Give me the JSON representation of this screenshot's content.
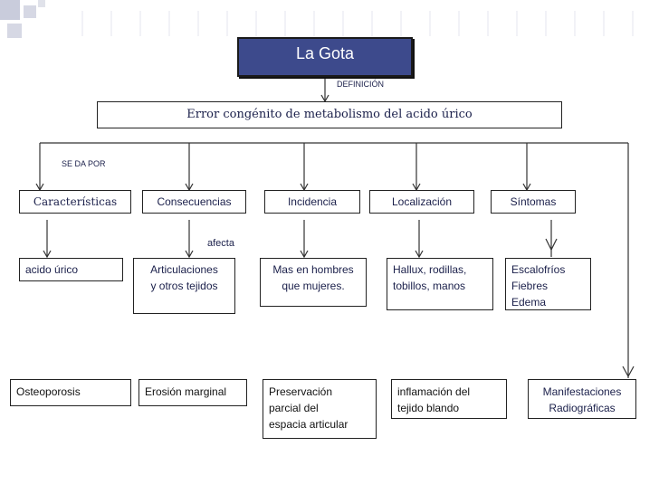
{
  "title": "La Gota",
  "labels": {
    "definicion": "DEFINICIÓN",
    "se_da_por": "SE DA POR",
    "afecta": "afecta"
  },
  "definition": "Error congénito de metabolismo del acido úrico",
  "categories": {
    "caracteristicas": "Características",
    "consecuencias": "Consecuencias",
    "incidencia": "Incidencia",
    "localizacion": "Localización",
    "sintomas": "Síntomas"
  },
  "details": {
    "acido": "acido úrico",
    "articulaciones": [
      "Articulaciones",
      "y otros tejidos"
    ],
    "incidencia": [
      "Mas en hombres",
      "que mujeres."
    ],
    "localizacion": [
      "Hallux, rodillas,",
      "tobillos, manos"
    ],
    "sintomas": [
      "Escalofríos",
      "Fiebres",
      "Edema"
    ]
  },
  "radiography": {
    "osteoporosis": "Osteoporosis",
    "erosion": "Erosión marginal",
    "preservacion": [
      "Preservación",
      "parcial del",
      "espacia articular"
    ],
    "inflamacion": [
      "inflamación del",
      "tejido blando"
    ],
    "manifestaciones": [
      "Manifestaciones",
      "Radiográficas"
    ]
  }
}
